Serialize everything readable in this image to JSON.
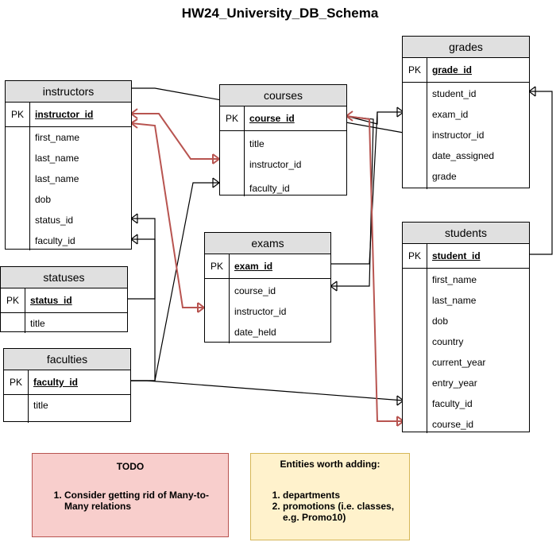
{
  "title": "HW24_University_DB_Schema",
  "pk_label": "PK",
  "entities": {
    "instructors": {
      "name": "instructors",
      "pk": "instructor_id",
      "attrs": [
        "first_name",
        "last_name",
        "last_name",
        "dob",
        "status_id",
        "faculty_id"
      ]
    },
    "courses": {
      "name": "courses",
      "pk": "course_id",
      "attrs": [
        "title",
        "instructor_id",
        "faculty_id"
      ]
    },
    "grades": {
      "name": "grades",
      "pk": "grade_id",
      "attrs": [
        "student_id",
        "exam_id",
        "instructor_id",
        "date_assigned",
        "grade"
      ]
    },
    "statuses": {
      "name": "statuses",
      "pk": "status_id",
      "attrs": [
        "title"
      ]
    },
    "exams": {
      "name": "exams",
      "pk": "exam_id",
      "attrs": [
        "course_id",
        "instructor_id",
        "date_held"
      ]
    },
    "students": {
      "name": "students",
      "pk": "student_id",
      "attrs": [
        "first_name",
        "last_name",
        "dob",
        "country",
        "current_year",
        "entry_year",
        "faculty_id",
        "course_id"
      ]
    },
    "faculties": {
      "name": "faculties",
      "pk": "faculty_id",
      "attrs": [
        "title"
      ]
    }
  },
  "notes": {
    "todo": {
      "title": "TODO",
      "items": [
        "Consider getting rid of Many-to-Many relations"
      ],
      "bg": "#f8cecc",
      "border": "#b85450"
    },
    "entities": {
      "title": "Entities worth adding:",
      "items": [
        "departments",
        "promotions (i.e. classes, e.g. Promo10)"
      ],
      "bg": "#fff2cc",
      "border": "#d6b656"
    }
  },
  "colors": {
    "line": "#000000",
    "highlight": "#b85450"
  }
}
